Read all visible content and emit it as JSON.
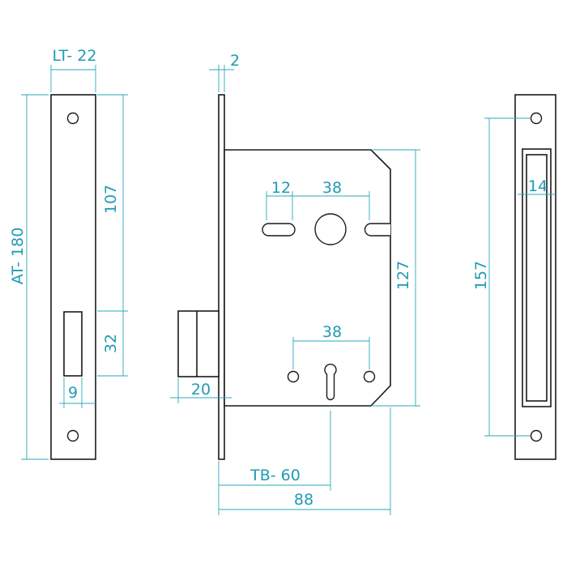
{
  "colors": {
    "outline": "#1a1a1a",
    "dimension": "#2aa7bd",
    "dimension_text": "#1f9bb3",
    "background": "#ffffff"
  },
  "dimensions": {
    "lt": "LT- 22",
    "at": "AT- 180",
    "d107": "107",
    "d32": "32",
    "d9": "9",
    "d2": "2",
    "d12": "12",
    "d38_top": "38",
    "d127": "127",
    "d38_bottom": "38",
    "d20": "20",
    "tb": "TB- 60",
    "d88": "88",
    "d157": "157",
    "d14": "14"
  }
}
